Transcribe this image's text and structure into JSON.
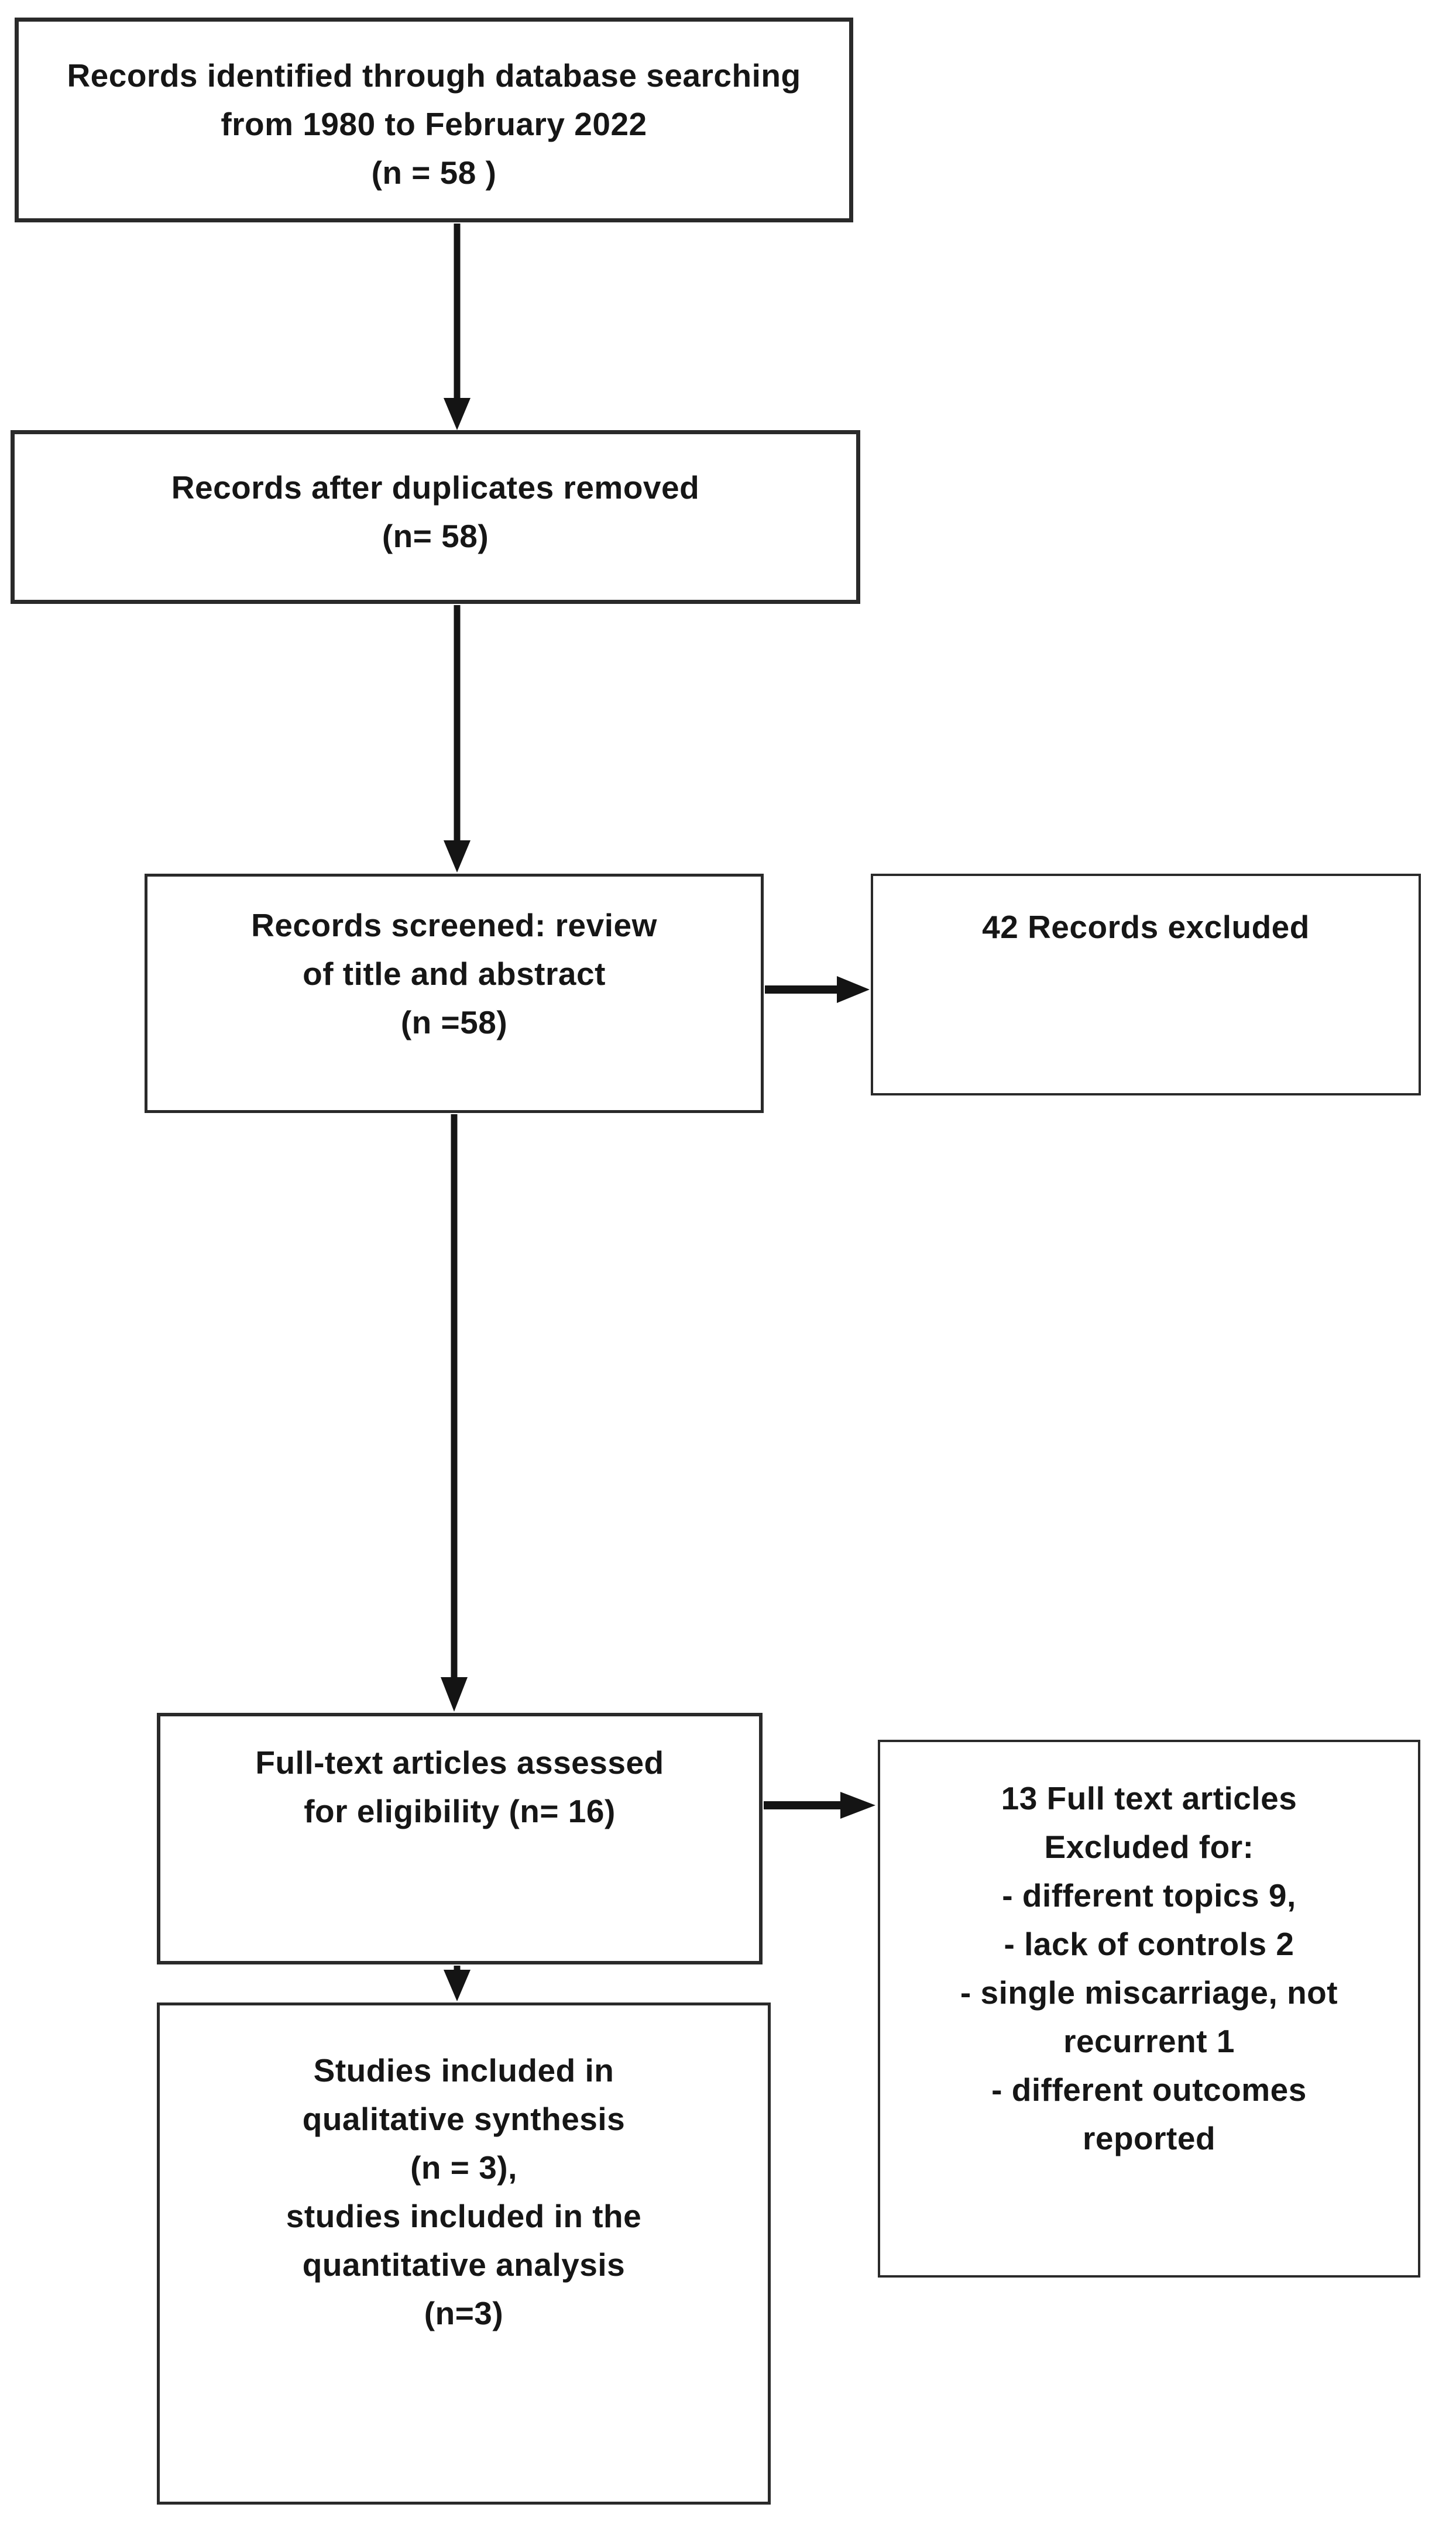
{
  "page": {
    "background": "#ffffff",
    "ink": "#161616",
    "border_color": "#2a2a2a"
  },
  "boxes": {
    "identified": {
      "lines": [
        "Records identified through database searching",
        "from 1980 to February 2022",
        "(n = 58 )"
      ]
    },
    "duplicates": {
      "lines": [
        "Records after duplicates removed",
        "(n= 58)"
      ]
    },
    "screened": {
      "lines": [
        "Records screened: review",
        "of title and abstract",
        "(n =58)"
      ]
    },
    "records_excluded": {
      "lines": [
        "42 Records excluded"
      ]
    },
    "fulltext": {
      "lines": [
        "Full-text articles assessed",
        "for eligibility (n= 16)"
      ]
    },
    "fulltext_excluded": {
      "lines": [
        "13 Full text articles",
        "Excluded for:",
        "- different topics 9,",
        "- lack of controls 2",
        "- single miscarriage, not",
        "recurrent 1",
        "- different outcomes",
        "reported"
      ]
    },
    "included": {
      "lines": [
        "Studies included in",
        "qualitative synthesis",
        "(n = 3),",
        "studies included in the",
        "quantitative analysis",
        "(n=3)"
      ]
    }
  },
  "arrows": [
    {
      "from": "identified",
      "to": "duplicates",
      "direction": "down"
    },
    {
      "from": "duplicates",
      "to": "screened",
      "direction": "down"
    },
    {
      "from": "screened",
      "to": "records_excluded",
      "direction": "right"
    },
    {
      "from": "screened",
      "to": "fulltext",
      "direction": "down"
    },
    {
      "from": "fulltext",
      "to": "fulltext_excluded",
      "direction": "right"
    },
    {
      "from": "fulltext",
      "to": "included",
      "direction": "down"
    }
  ]
}
